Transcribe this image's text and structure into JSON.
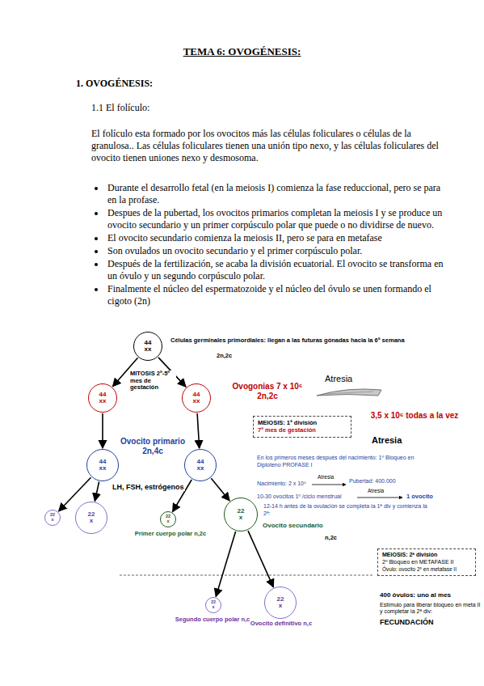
{
  "diagram": {
    "title": "TEMA 6: OVOGÉNESIS:",
    "nodes": [
      {
        "text": [
          "44 xx"
        ]
      },
      {
        "text": [
          "44 xx"
        ]
      },
      {
        "text": [
          "44 xx"
        ]
      },
      {
        "text": [
          "44 xx"
        ]
      },
      {
        "text": [
          "44 xx"
        ]
      },
      {
        "text": [
          "22 x"
        ]
      },
      {
        "text": [
          "22 x"
        ]
      },
      {
        "text": [
          "22 x"
        ]
      },
      {
        "text": [
          "22 x"
        ]
      },
      {
        "text": [
          "22 x"
        ]
      },
      {
        "text": [
          "22 x"
        ]
      },
      {
        "text": [
          "MEIOSIS: 1ª división",
          "7º mes de gestación"
        ]
      },
      {
        "text": [
          "MEIOSIS: 2ª división",
          "2º Bloqueo en METAFASE II",
          "Óvulo: ovocito 2º en metafase II"
        ]
      }
    ],
    "edges": [
      {
        "from": 0,
        "to": 1,
        "arrow": "to"
      },
      {
        "from": 0,
        "to": 2,
        "arrow": "to"
      },
      {
        "from": 1,
        "to": 3,
        "arrow": "to"
      },
      {
        "from": 2,
        "to": 4,
        "arrow": "to"
      },
      {
        "from": 3,
        "to": 5,
        "arrow": "to"
      },
      {
        "from": 3,
        "to": 6,
        "arrow": "to"
      },
      {
        "from": 4,
        "to": 7,
        "arrow": "to"
      },
      {
        "from": 4,
        "to": 8,
        "arrow": "to"
      },
      {
        "from": 8,
        "to": 9,
        "arrow": "to"
      },
      {
        "from": 8,
        "to": 10,
        "arrow": "to"
      }
    ],
    "labels": [
      "1. OVOGÉNESIS:",
      "1.1 El folículo:",
      "El folículo esta formado por los ovocitos más las células foliculares o células de la granulosa.. Las células foliculares tienen una unión tipo nexo, y las células foliculares del ovocito tienen uniones nexo y desmosoma.",
      "Durante el desarrollo fetal (en la meiosis I) comienza la fase reduccional, pero se para en la profase.",
      "Despues de la pubertad, los ovocitos primarios completan la meiosis I y se produce un ovocito secundario y un primer corpúsculo polar que puede o no dividirse de nuevo.",
      "El ovocito secundario comienza la meiosis II, pero se para en metafase",
      "Son ovulados un ovocito secundario y el primer corpúsculo polar.",
      "Después de la fertilización, se acaba la división ecuatorial. El ovocito se transforma en un óvulo y un segundo corpúsculo polar.",
      "Finalmente el núcleo del espermatozoide y el núcleo del óvulo se unen formando el cigoto (2n)",
      "Células germinales primordiales: llegan a las futuras gónadas hacia la 6ª semana",
      "2n,2c",
      "MITOSIS 2º-5º mes de gestación",
      "Ovogonias 7 x 10⁶ 2n,2c",
      "Atresia",
      "3,5 x 10⁶ todas a la vez",
      "Atresia",
      "Ovocito primario 2n,4c",
      "LH, FSH, estrógenos",
      "En los primeros meses después del nacimiento: 1º Bloqueo en Diploteno PROFASE I",
      "Nacimiento: 2 x 10⁶",
      "Atresia",
      "Pubertad: 400.000",
      "10-30 ovocitos 1º /ciclo menstrual",
      "Atresia",
      "1 ovocito",
      "12-14 h antes de la ovulación se completa la 1ª div y comienza la 2ª:",
      "Primer cuerpo polar n,2c",
      "Ovocito secundario",
      "n,2c",
      "400 óvulos: uno al mes",
      "Estímulo para liberar bloqueo en meta II y completar la 2ª div:",
      "FECUNDACIÓN",
      "Segundo cuerpo polar n,c",
      "Ovocito definitivo n,c"
    ]
  }
}
